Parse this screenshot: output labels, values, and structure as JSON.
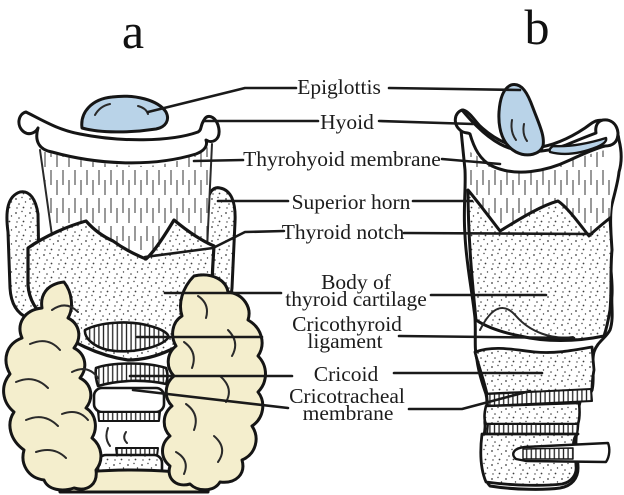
{
  "panels": {
    "a": "a",
    "b": "b"
  },
  "labels": {
    "epiglottis": "Epiglottis",
    "hyoid": "Hyoid",
    "thyrohyoid_membrane": "Thyrohyoid membrane",
    "superior_horn": "Superior horn",
    "thyroid_notch": "Thyroid notch",
    "body_of_thyroid_cartilage_line1": "Body of",
    "body_of_thyroid_cartilage_line2": "thyroid cartilage",
    "cricothyroid_ligament_line1": "Cricothyroid",
    "cricothyroid_ligament_line2": "ligament",
    "cricoid": "Cricoid",
    "cricotracheal_membrane_line1": "Cricotracheal",
    "cricotracheal_membrane_line2": "membrane"
  },
  "colors": {
    "epiglottis": "#b9d3e8",
    "thyroid_gland": "#f4eecd",
    "outline": "#151515"
  }
}
